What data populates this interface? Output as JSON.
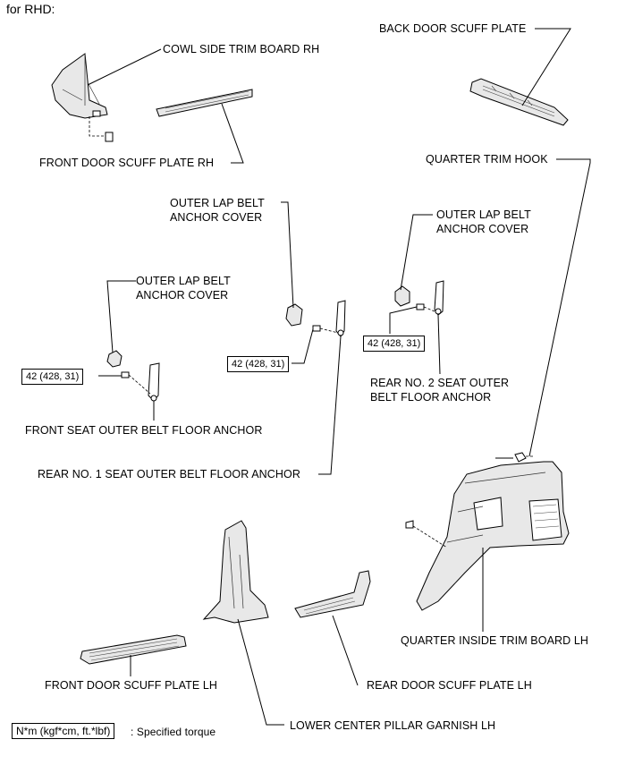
{
  "heading": "for RHD:",
  "labels": {
    "cowl_side_trim_board_rh": "COWL SIDE TRIM BOARD RH",
    "back_door_scuff_plate": "BACK DOOR SCUFF PLATE",
    "front_door_scuff_plate_rh": "FRONT DOOR SCUFF PLATE RH",
    "quarter_trim_hook": "QUARTER TRIM HOOK",
    "outer_lap_belt_anchor_cover_center": [
      "OUTER LAP BELT",
      "ANCHOR COVER"
    ],
    "outer_lap_belt_anchor_cover_right": [
      "OUTER LAP BELT",
      "ANCHOR COVER"
    ],
    "outer_lap_belt_anchor_cover_left": [
      "OUTER LAP BELT",
      "ANCHOR COVER"
    ],
    "rear_no2_seat_outer_belt_floor_anchor": [
      "REAR NO. 2 SEAT OUTER",
      "BELT FLOOR ANCHOR"
    ],
    "front_seat_outer_belt_floor_anchor": "FRONT SEAT OUTER BELT FLOOR ANCHOR",
    "rear_no1_seat_outer_belt_floor_anchor": "REAR NO. 1 SEAT OUTER BELT FLOOR ANCHOR",
    "quarter_inside_trim_board_lh": "QUARTER INSIDE TRIM BOARD LH",
    "front_door_scuff_plate_lh": "FRONT DOOR SCUFF PLATE LH",
    "rear_door_scuff_plate_lh": "REAR DOOR SCUFF PLATE LH",
    "lower_center_pillar_garnish_lh": "LOWER CENTER PILLAR GARNISH LH"
  },
  "torque_values": {
    "right": "42 (428, 31)",
    "center": "42 (428, 31)",
    "left": "42 (428, 31)"
  },
  "legend": {
    "box_text": "N*m (kgf*cm, ft.*lbf)",
    "description": ": Specified torque"
  }
}
